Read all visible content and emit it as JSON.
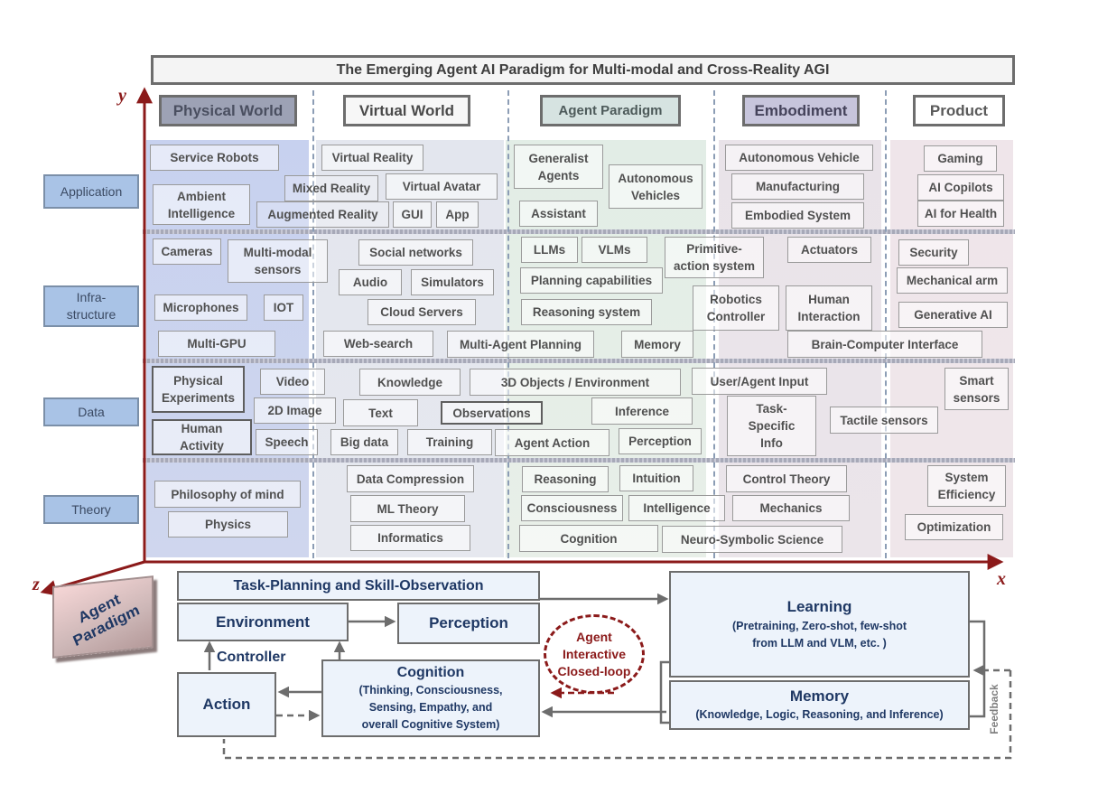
{
  "title": "The Emerging Agent AI Paradigm for Multi-modal and Cross-Reality AGI",
  "axes": {
    "y": "y",
    "x": "x",
    "z": "z"
  },
  "columns": [
    {
      "label": "Physical World",
      "bg": "#9da2b5",
      "fg": "#4a4f60"
    },
    {
      "label": "Virtual World",
      "bg": "#f7f7f7",
      "fg": "#4a4a4a"
    },
    {
      "label": "Agent Paradigm",
      "bg": "#d6e3e1",
      "fg": "#4d5a5a"
    },
    {
      "label": "Embodiment",
      "bg": "#c7c5dc",
      "fg": "#44425a"
    },
    {
      "label": "Product",
      "bg": "#ffffff",
      "fg": "#5a5a5a"
    }
  ],
  "rows": {
    "application": "Application",
    "infrastructure": "Infra-\nstructure",
    "data": "Data",
    "theory": "Theory"
  },
  "items": {
    "service_robots": "Service Robots",
    "ambient_intelligence": "Ambient\nIntelligence",
    "virtual_reality": "Virtual Reality",
    "mixed_reality": "Mixed Reality",
    "virtual_avatar": "Virtual Avatar",
    "augmented_reality": "Augmented Reality",
    "gui": "GUI",
    "app": "App",
    "generalist_agents": "Generalist\nAgents",
    "autonomous_vehicles": "Autonomous\nVehicles",
    "assistant": "Assistant",
    "autonomous_vehicle": "Autonomous Vehicle",
    "manufacturing": "Manufacturing",
    "embodied_system": "Embodied System",
    "gaming": "Gaming",
    "ai_copilots": "AI Copilots",
    "ai_for_health": "AI for Health",
    "cameras": "Cameras",
    "multimodal_sensors": "Multi-modal\nsensors",
    "microphones": "Microphones",
    "iot": "IOT",
    "multi_gpu": "Multi-GPU",
    "social_networks": "Social networks",
    "audio": "Audio",
    "simulators": "Simulators",
    "cloud_servers": "Cloud Servers",
    "web_search": "Web-search",
    "llms": "LLMs",
    "vlms": "VLMs",
    "primitive_action": "Primitive-\naction system",
    "planning_capabilities": "Planning capabilities",
    "reasoning_system": "Reasoning system",
    "multi_agent_planning": "Multi-Agent Planning",
    "memory_item": "Memory",
    "actuators": "Actuators",
    "robotics_controller": "Robotics\nController",
    "human_interaction": "Human\nInteraction",
    "brain_computer": "Brain-Computer Interface",
    "security": "Security",
    "mechanical_arm": "Mechanical arm",
    "generative_ai": "Generative AI",
    "physical_experiments": "Physical\nExperiments",
    "video": "Video",
    "image_2d": "2D Image",
    "human_activity": "Human\nActivity",
    "speech": "Speech",
    "knowledge": "Knowledge",
    "objects_3d": "3D Objects / Environment",
    "text": "Text",
    "observations": "Observations",
    "big_data": "Big data",
    "training": "Training",
    "agent_action": "Agent Action",
    "inference": "Inference",
    "perception_item": "Perception",
    "user_agent_input": "User/Agent  Input",
    "task_specific": "Task-\nSpecific\nInfo",
    "tactile_sensors": "Tactile sensors",
    "smart_sensors": "Smart\nsensors",
    "philosophy_of_mind": "Philosophy of mind",
    "physics": "Physics",
    "data_compression": "Data Compression",
    "ml_theory": "ML Theory",
    "informatics": "Informatics",
    "reasoning": "Reasoning",
    "intuition": "Intuition",
    "consciousness": "Consciousness",
    "intelligence": "Intelligence",
    "cognition_item": "Cognition",
    "neuro_symbolic": "Neuro-Symbolic Science",
    "control_theory": "Control Theory",
    "mechanics": "Mechanics",
    "system_efficiency": "System\nEfficiency",
    "optimization": "Optimization"
  },
  "agent_paradigm_label": "Agent\nParadigm",
  "flow": {
    "task_planning": "Task-Planning and Skill-Observation",
    "environment": "Environment",
    "perception": "Perception",
    "controller": "Controller",
    "action": "Action",
    "cognition_title": "Cognition",
    "cognition_sub": "(Thinking, Consciousness,\nSensing, Empathy, and\noverall Cognitive System)",
    "closed_loop": "Agent\nInteractive\nClosed-loop",
    "learning_title": "Learning",
    "learning_sub": "(Pretraining, Zero-shot, few-shot\nfrom LLM and VLM, etc. )",
    "memory_title": "Memory",
    "memory_sub": "(Knowledge, Logic, Reasoning, and Inference)",
    "feedback": "Feedback"
  },
  "colors": {
    "axis": "#8b1a1a",
    "flow_text": "#1f3864",
    "arrow": "#6d6d6d",
    "closed_loop": "#8b1a1a"
  }
}
